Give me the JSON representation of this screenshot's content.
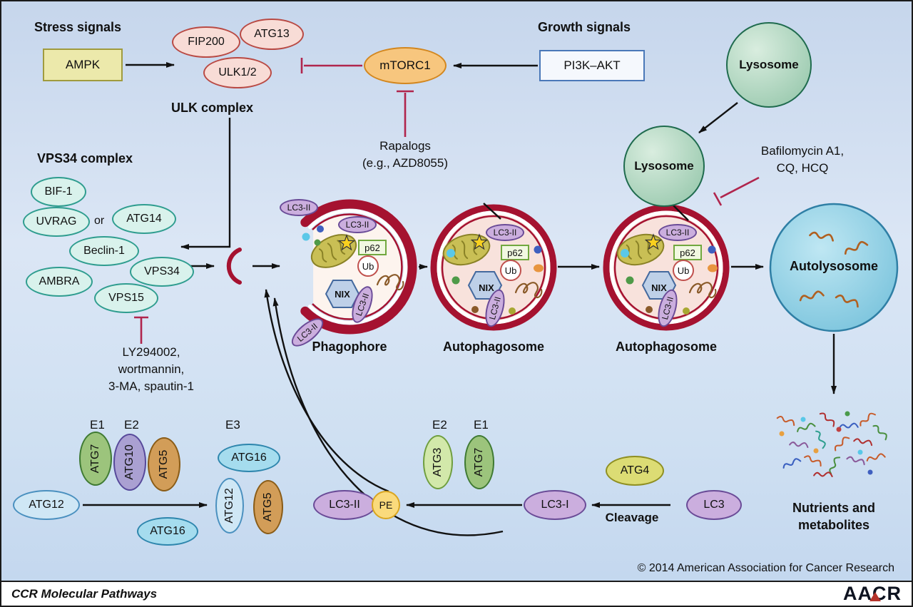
{
  "upper": {
    "stress_signals": "Stress signals",
    "ampk": "AMPK",
    "fip200": "FIP200",
    "atg13": "ATG13",
    "ulk12": "ULK1/2",
    "ulk_complex": "ULK complex",
    "mtorc1": "mTORC1",
    "growth_signals": "Growth signals",
    "pi3k_akt": "PI3K–AKT",
    "rapalogs_1": "Rapalogs",
    "rapalogs_2": "(e.g., AZD8055)"
  },
  "vps34": {
    "title": "VPS34 complex",
    "bif1": "BIF-1",
    "uvrag": "UVRAG",
    "or_label": "or",
    "atg14": "ATG14",
    "beclin1": "Beclin-1",
    "ambra": "AMBRA",
    "vps34": "VPS34",
    "vps15": "VPS15",
    "inh1": "LY294002,",
    "inh2": "wortmannin,",
    "inh3": "3-MA, spautin-1"
  },
  "core": {
    "phagophore": "Phagophore",
    "autophagosome": "Autophagosome",
    "autolysosome": "Autolysosome",
    "lysosome": "Lysosome",
    "baf1": "Bafilomycin A1,",
    "baf2": "CQ, HCQ",
    "lc3ii": "LC3-II",
    "p62": "p62",
    "ub": "Ub",
    "nix": "NIX",
    "nutrients1": "Nutrients and",
    "nutrients2": "metabolites"
  },
  "conj": {
    "e1": "E1",
    "e2": "E2",
    "e3": "E3",
    "atg7": "ATG7",
    "atg10": "ATG10",
    "atg5": "ATG5",
    "atg12": "ATG12",
    "atg16": "ATG16",
    "atg3": "ATG3",
    "atg4": "ATG4",
    "lc3": "LC3",
    "lc3i": "LC3-I",
    "lc3ii": "LC3-II",
    "pe": "PE",
    "cleavage": "Cleavage"
  },
  "footer": {
    "series": "CCR Molecular Pathways",
    "logo": "AACR",
    "copyright": "© 2014 American Association for Cancer Research"
  },
  "colors": {
    "membrane": "#a51230",
    "inhibition": "#b0254d",
    "lysosome_fill": "#9ccbb2",
    "autolysosome_fill": "#84c9e0",
    "background_top": "#c6d6ec",
    "background_bottom": "#c2d6ee"
  }
}
